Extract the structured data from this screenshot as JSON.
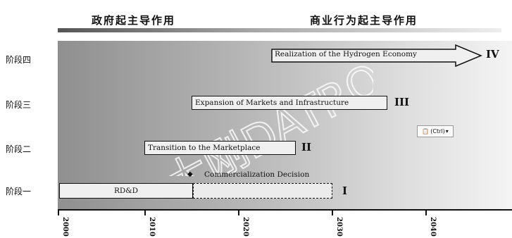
{
  "header": {
    "government_label": "政府起主导作用",
    "business_label": "商业行为起主导作用"
  },
  "stages": {
    "stage4": "阶段四",
    "stage3": "阶段三",
    "stage2": "阶段二",
    "stage1": "阶段一"
  },
  "phases": {
    "p4_label": "Realization of the Hydrogen Economy",
    "p4_roman": "IV",
    "p3_label": "Expansion of Markets and Infrastructure",
    "p3_roman": "III",
    "p2_label": "Transition to the Marketplace",
    "p2_roman": "II",
    "p1_label": "RD&D",
    "p1_roman": "I",
    "decision_label": "Commercialization Decision"
  },
  "axis": {
    "years": [
      "2000",
      "2010",
      "2020",
      "2030",
      "2040"
    ]
  },
  "paste_button": {
    "label": "(Ctrl)",
    "icon": "clipboard-icon"
  },
  "watermark": "大刚DATRO"
}
